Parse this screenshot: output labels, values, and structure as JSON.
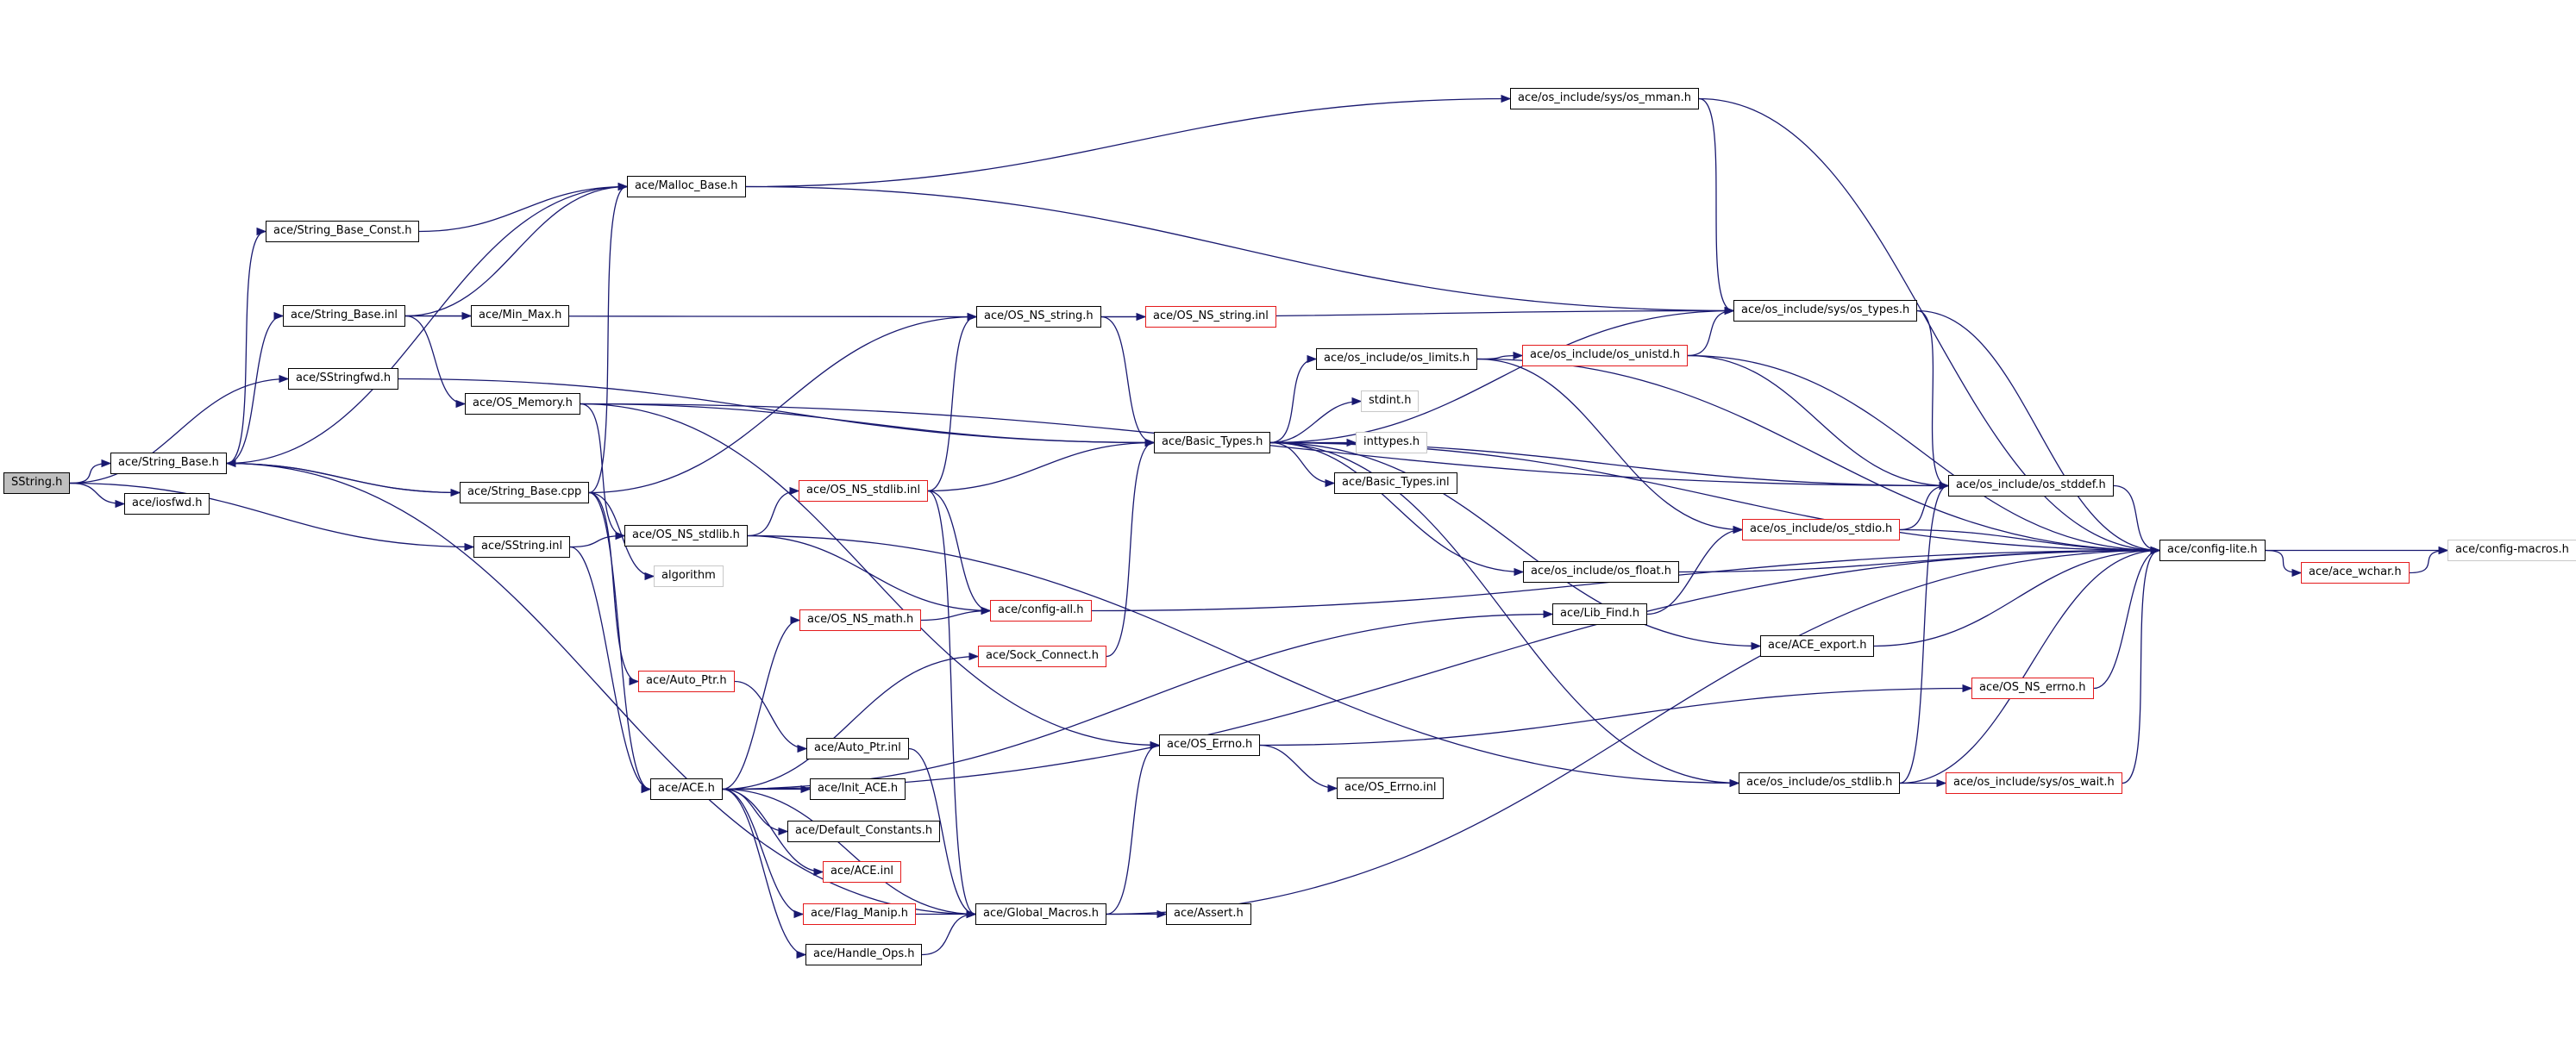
{
  "nodes": {
    "sstring_h": {
      "label": "SString.h",
      "style": "root"
    },
    "string_base_h": {
      "label": "ace/String_Base.h",
      "style": "black"
    },
    "sstringfwd_h": {
      "label": "ace/SStringfwd.h",
      "style": "black"
    },
    "iosfwd_h": {
      "label": "ace/iosfwd.h",
      "style": "black"
    },
    "sstring_inl": {
      "label": "ace/SString.inl",
      "style": "black"
    },
    "string_base_const_h": {
      "label": "ace/String_Base_Const.h",
      "style": "black"
    },
    "string_base_inl": {
      "label": "ace/String_Base.inl",
      "style": "black"
    },
    "string_base_cpp": {
      "label": "ace/String_Base.cpp",
      "style": "black"
    },
    "malloc_base_h": {
      "label": "ace/Malloc_Base.h",
      "style": "black"
    },
    "min_max_h": {
      "label": "ace/Min_Max.h",
      "style": "black"
    },
    "os_memory_h": {
      "label": "ace/OS_Memory.h",
      "style": "black"
    },
    "os_ns_stdlib_h": {
      "label": "ace/OS_NS_stdlib.h",
      "style": "black"
    },
    "algorithm": {
      "label": "algorithm",
      "style": "grey"
    },
    "auto_ptr_h": {
      "label": "ace/Auto_Ptr.h",
      "style": "red"
    },
    "auto_ptr_inl": {
      "label": "ace/Auto_Ptr.inl",
      "style": "black"
    },
    "ace_h": {
      "label": "ace/ACE.h",
      "style": "black"
    },
    "init_ace_h": {
      "label": "ace/Init_ACE.h",
      "style": "black"
    },
    "default_constants_h": {
      "label": "ace/Default_Constants.h",
      "style": "black"
    },
    "ace_inl": {
      "label": "ace/ACE.inl",
      "style": "red"
    },
    "flag_manip_h": {
      "label": "ace/Flag_Manip.h",
      "style": "red"
    },
    "handle_ops_h": {
      "label": "ace/Handle_Ops.h",
      "style": "black"
    },
    "os_ns_stdlib_inl": {
      "label": "ace/OS_NS_stdlib.inl",
      "style": "red"
    },
    "os_ns_math_h": {
      "label": "ace/OS_NS_math.h",
      "style": "red"
    },
    "config_all_h": {
      "label": "ace/config-all.h",
      "style": "red"
    },
    "sock_connect_h": {
      "label": "ace/Sock_Connect.h",
      "style": "red"
    },
    "global_macros_h": {
      "label": "ace/Global_Macros.h",
      "style": "black"
    },
    "assert_h": {
      "label": "ace/Assert.h",
      "style": "black"
    },
    "os_errno_h": {
      "label": "ace/OS_Errno.h",
      "style": "black"
    },
    "os_errno_inl": {
      "label": "ace/OS_Errno.inl",
      "style": "black"
    },
    "os_ns_string_h": {
      "label": "ace/OS_NS_string.h",
      "style": "black"
    },
    "os_ns_string_inl": {
      "label": "ace/OS_NS_string.inl",
      "style": "red"
    },
    "basic_types_h": {
      "label": "ace/Basic_Types.h",
      "style": "black"
    },
    "os_limits_h": {
      "label": "ace/os_include/os_limits.h",
      "style": "black"
    },
    "stdint_h": {
      "label": "stdint.h",
      "style": "grey"
    },
    "inttypes_h": {
      "label": "inttypes.h",
      "style": "grey"
    },
    "basic_types_inl": {
      "label": "ace/Basic_Types.inl",
      "style": "black"
    },
    "os_float_h": {
      "label": "ace/os_include/os_float.h",
      "style": "black"
    },
    "lib_find_h": {
      "label": "ace/Lib_Find.h",
      "style": "black"
    },
    "ace_export_h": {
      "label": "ace/ACE_export.h",
      "style": "black"
    },
    "os_ns_errno_h": {
      "label": "ace/OS_NS_errno.h",
      "style": "red"
    },
    "os_stdlib_h": {
      "label": "ace/os_include/os_stdlib.h",
      "style": "black"
    },
    "os_wait_h": {
      "label": "ace/os_include/sys/os_wait.h",
      "style": "red"
    },
    "os_unistd_h": {
      "label": "ace/os_include/os_unistd.h",
      "style": "red"
    },
    "os_stdio_h": {
      "label": "ace/os_include/os_stdio.h",
      "style": "red"
    },
    "os_stddef_h": {
      "label": "ace/os_include/os_stddef.h",
      "style": "black"
    },
    "os_mman_h": {
      "label": "ace/os_include/sys/os_mman.h",
      "style": "black"
    },
    "os_types_h": {
      "label": "ace/os_include/sys/os_types.h",
      "style": "black"
    },
    "config_lite_h": {
      "label": "ace/config-lite.h",
      "style": "black"
    },
    "ace_wchar_h": {
      "label": "ace/ace_wchar.h",
      "style": "red"
    },
    "config_macros_h": {
      "label": "ace/config-macros.h",
      "style": "grey"
    }
  },
  "edges": [
    [
      "sstring_h",
      "string_base_h"
    ],
    [
      "sstring_h",
      "sstringfwd_h"
    ],
    [
      "sstring_h",
      "iosfwd_h"
    ],
    [
      "sstring_h",
      "sstring_inl"
    ],
    [
      "string_base_h",
      "string_base_const_h"
    ],
    [
      "string_base_h",
      "string_base_inl"
    ],
    [
      "string_base_h",
      "string_base_cpp"
    ],
    [
      "string_base_h",
      "malloc_base_h"
    ],
    [
      "string_base_h",
      "global_macros_h"
    ],
    [
      "string_base_const_h",
      "malloc_base_h"
    ],
    [
      "string_base_inl",
      "malloc_base_h"
    ],
    [
      "string_base_inl",
      "min_max_h"
    ],
    [
      "string_base_inl",
      "os_memory_h"
    ],
    [
      "string_base_inl",
      "os_ns_string_h"
    ],
    [
      "sstringfwd_h",
      "basic_types_h"
    ],
    [
      "string_base_cpp",
      "string_base_h"
    ],
    [
      "string_base_cpp",
      "malloc_base_h"
    ],
    [
      "string_base_cpp",
      "os_ns_string_h"
    ],
    [
      "string_base_cpp",
      "ace_h"
    ],
    [
      "string_base_cpp",
      "algorithm"
    ],
    [
      "string_base_cpp",
      "auto_ptr_h"
    ],
    [
      "os_memory_h",
      "os_ns_stdlib_h"
    ],
    [
      "os_memory_h",
      "basic_types_h"
    ],
    [
      "os_memory_h",
      "os_errno_h"
    ],
    [
      "os_memory_h",
      "os_stddef_h"
    ],
    [
      "sstring_inl",
      "os_ns_stdlib_h"
    ],
    [
      "sstring_inl",
      "ace_h"
    ],
    [
      "os_ns_stdlib_h",
      "os_ns_stdlib_inl"
    ],
    [
      "os_ns_stdlib_h",
      "config_all_h"
    ],
    [
      "os_ns_stdlib_h",
      "os_stdlib_h"
    ],
    [
      "auto_ptr_h",
      "auto_ptr_inl"
    ],
    [
      "auto_ptr_inl",
      "global_macros_h"
    ],
    [
      "ace_h",
      "os_ns_math_h"
    ],
    [
      "ace_h",
      "sock_connect_h"
    ],
    [
      "ace_h",
      "lib_find_h"
    ],
    [
      "ace_h",
      "init_ace_h"
    ],
    [
      "ace_h",
      "default_constants_h"
    ],
    [
      "ace_h",
      "ace_inl"
    ],
    [
      "ace_h",
      "flag_manip_h"
    ],
    [
      "ace_h",
      "handle_ops_h"
    ],
    [
      "ace_h",
      "global_macros_h"
    ],
    [
      "ace_h",
      "config_lite_h"
    ],
    [
      "flag_manip_h",
      "global_macros_h"
    ],
    [
      "handle_ops_h",
      "global_macros_h"
    ],
    [
      "os_ns_stdlib_inl",
      "config_all_h"
    ],
    [
      "os_ns_stdlib_inl",
      "os_ns_string_h"
    ],
    [
      "os_ns_stdlib_inl",
      "basic_types_h"
    ],
    [
      "os_ns_stdlib_inl",
      "global_macros_h"
    ],
    [
      "os_ns_math_h",
      "config_all_h"
    ],
    [
      "config_all_h",
      "config_lite_h"
    ],
    [
      "sock_connect_h",
      "basic_types_h"
    ],
    [
      "global_macros_h",
      "assert_h"
    ],
    [
      "global_macros_h",
      "os_errno_h"
    ],
    [
      "global_macros_h",
      "config_lite_h"
    ],
    [
      "os_errno_h",
      "os_errno_inl"
    ],
    [
      "os_errno_h",
      "os_ns_errno_h"
    ],
    [
      "os_ns_string_h",
      "os_ns_string_inl"
    ],
    [
      "os_ns_string_h",
      "basic_types_h"
    ],
    [
      "os_ns_string_h",
      "os_types_h"
    ],
    [
      "basic_types_h",
      "os_limits_h"
    ],
    [
      "basic_types_h",
      "stdint_h"
    ],
    [
      "basic_types_h",
      "inttypes_h"
    ],
    [
      "basic_types_h",
      "basic_types_inl"
    ],
    [
      "basic_types_h",
      "os_float_h"
    ],
    [
      "basic_types_h",
      "os_stddef_h"
    ],
    [
      "basic_types_h",
      "ace_export_h"
    ],
    [
      "basic_types_h",
      "os_stdlib_h"
    ],
    [
      "basic_types_h",
      "os_types_h"
    ],
    [
      "basic_types_h",
      "config_lite_h"
    ],
    [
      "os_limits_h",
      "os_unistd_h"
    ],
    [
      "os_limits_h",
      "os_stdio_h"
    ],
    [
      "os_limits_h",
      "config_lite_h"
    ],
    [
      "os_unistd_h",
      "os_types_h"
    ],
    [
      "os_unistd_h",
      "os_stddef_h"
    ],
    [
      "os_unistd_h",
      "config_lite_h"
    ],
    [
      "malloc_base_h",
      "os_mman_h"
    ],
    [
      "malloc_base_h",
      "os_types_h"
    ],
    [
      "os_mman_h",
      "os_types_h"
    ],
    [
      "os_mman_h",
      "config_lite_h"
    ],
    [
      "os_types_h",
      "os_stddef_h"
    ],
    [
      "os_types_h",
      "config_lite_h"
    ],
    [
      "os_stddef_h",
      "config_lite_h"
    ],
    [
      "os_stdio_h",
      "os_stddef_h"
    ],
    [
      "os_stdio_h",
      "config_lite_h"
    ],
    [
      "os_float_h",
      "config_lite_h"
    ],
    [
      "lib_find_h",
      "os_stdio_h"
    ],
    [
      "ace_export_h",
      "config_lite_h"
    ],
    [
      "os_ns_errno_h",
      "config_lite_h"
    ],
    [
      "os_stdlib_h",
      "os_wait_h"
    ],
    [
      "os_stdlib_h",
      "os_stddef_h"
    ],
    [
      "os_stdlib_h",
      "config_lite_h"
    ],
    [
      "os_wait_h",
      "config_lite_h"
    ],
    [
      "config_lite_h",
      "ace_wchar_h"
    ],
    [
      "config_lite_h",
      "config_macros_h"
    ],
    [
      "ace_wchar_h",
      "config_macros_h"
    ]
  ]
}
